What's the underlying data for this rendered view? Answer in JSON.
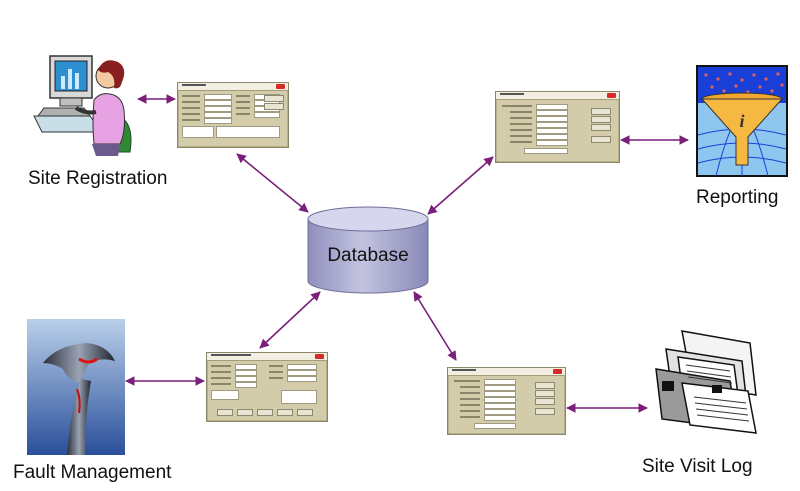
{
  "diagram": {
    "center": {
      "label": "Database"
    },
    "modules": [
      {
        "id": "site-registration",
        "label": "Site Registration"
      },
      {
        "id": "reporting",
        "label": "Reporting"
      },
      {
        "id": "fault-management",
        "label": "Fault Management"
      },
      {
        "id": "site-visit-log",
        "label": "Site Visit Log"
      }
    ],
    "colors": {
      "arrow": "#7a1f7a",
      "cylinder_top": "#c9c9e6",
      "cylinder_body": "#9c9cc4",
      "form_bg": "#d3ccaa",
      "form_close": "#d92a2a"
    },
    "icons": {
      "site_registration": "person-at-computer-icon",
      "reporting": "funnel-icon",
      "fault_management": "hammer-icon",
      "site_visit_log": "file-folders-icon"
    }
  }
}
